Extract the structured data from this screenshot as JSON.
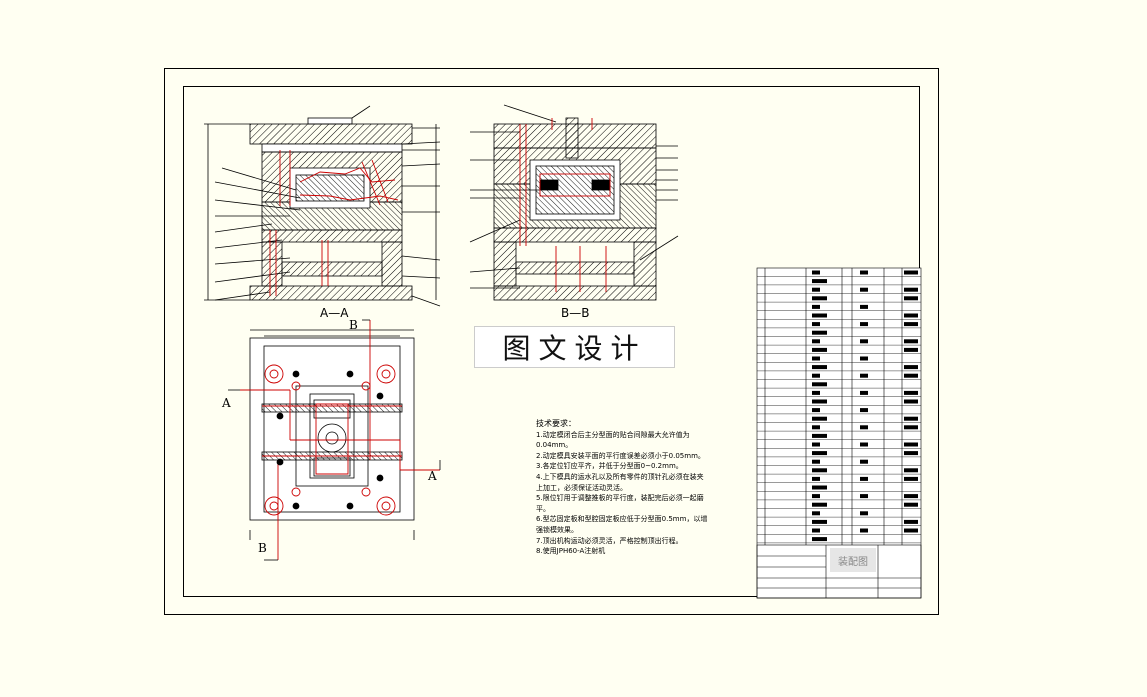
{
  "section_labels": {
    "aa": "A—A",
    "bb": "B—B"
  },
  "cut_letters": {
    "b_top": "B",
    "b_bottom": "B",
    "a_left": "A",
    "a_right": "A"
  },
  "watermark": "图文设计",
  "tech_req": {
    "title": "技术要求：",
    "lines": [
      "1.动定模闭合后主分型面的贴合间隙最大允许值为",
      "0.04mm。",
      "2.动定模具安装平面的平行度误差必须小于0.05mm。",
      "3.各定位钉应平齐，并低于分型面0~0.2mm。",
      "4.上下模具的运水孔以及所有零件的顶针孔必须在装夹",
      "上加工，必须保证活动灵活。",
      "5.限位钉用于调整推板的平行度，装配完后必须一起磨",
      "平。",
      "6.型芯固定板和型腔固定板应低于分型面0.5mm，以增",
      "强锁模效果。",
      "7.顶出机构运动必须灵活，严格控制顶出行程。",
      "8.使用JPH60-A注射机"
    ]
  },
  "title_block": {
    "drawing_name": "装配图"
  },
  "colors": {
    "line": "#000000",
    "accent": "#cc0000",
    "paper": "#fffff2"
  }
}
